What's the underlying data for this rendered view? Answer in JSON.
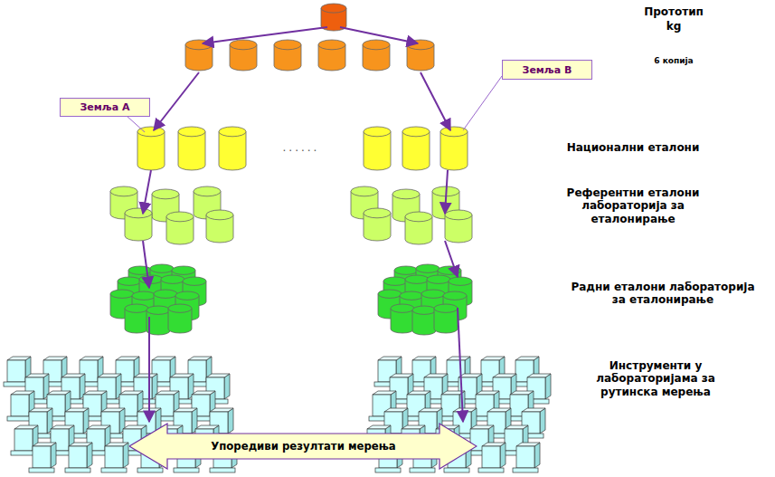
{
  "diagram": {
    "nodes": [
      {
        "text": [
          "Земља А"
        ]
      },
      {
        "text": [
          "Земља В"
        ]
      },
      {
        "text": [
          "Упоредиви резултати мерења"
        ]
      }
    ],
    "labels": [
      "Прототип",
      "kg",
      "6 копија",
      "......",
      "Национални еталони",
      "Референтни еталони лабораторија за еталонирање",
      "Радни еталони лабораторија за еталонирање",
      "Инструменти у лабораторијама за рутинска мерења"
    ]
  }
}
